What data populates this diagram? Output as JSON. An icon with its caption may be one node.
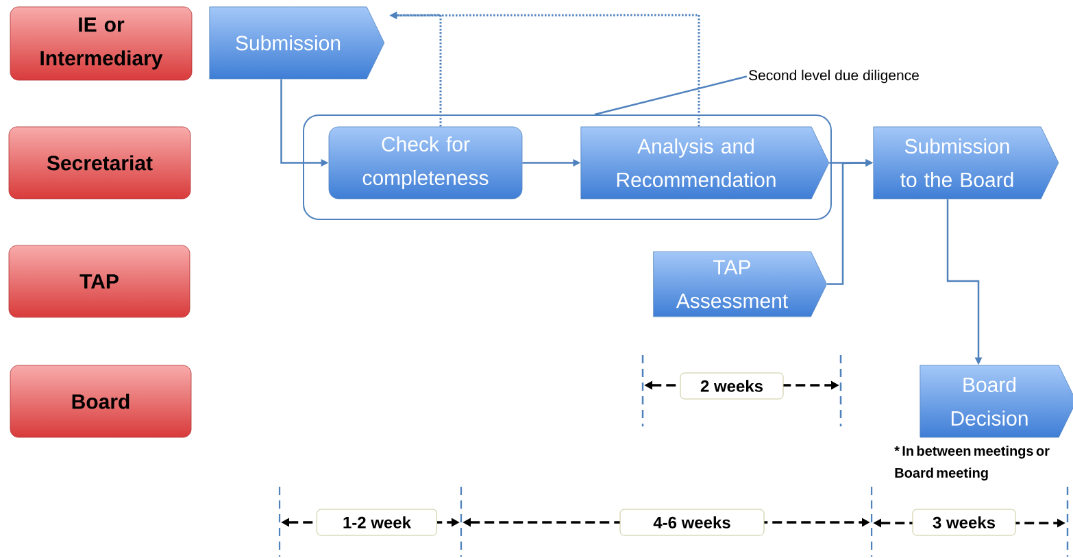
{
  "diagram": {
    "nodes": [
      {
        "text": [
          "IE or Intermediary"
        ]
      },
      {
        "text": [
          "Secretariat"
        ]
      },
      {
        "text": [
          "TAP"
        ]
      },
      {
        "text": [
          "Board"
        ]
      },
      {
        "text": [
          "Submission"
        ]
      },
      {
        "text": [],
        "shape": "box"
      },
      {
        "text": [
          "Check for completeness"
        ],
        "in": 5
      },
      {
        "text": [
          "Analysis and Recommendation"
        ],
        "in": 5
      },
      {
        "text": [
          "Submission to the Board"
        ]
      },
      {
        "text": [
          "TAP Assessment"
        ]
      },
      {
        "text": [
          "Board Decision"
        ],
        "beside": [
          "* In between meetings or Board meeting"
        ]
      },
      {
        "text": [
          "Second level due diligence"
        ]
      }
    ],
    "edges": [
      {
        "from": 4,
        "to": 6,
        "arrow": "to"
      },
      {
        "from": 6,
        "to": 7,
        "arrow": "to"
      },
      {
        "from": 7,
        "to": 8,
        "arrow": "to"
      },
      {
        "from": 9,
        "to": 8,
        "arrow": "to"
      },
      {
        "from": 8,
        "to": 10,
        "arrow": "to"
      },
      {
        "from": 6,
        "to": 4,
        "arrow": "to",
        "style": "dashed"
      },
      {
        "from": 7,
        "to": 4,
        "arrow": "to",
        "style": "dashed"
      },
      {
        "from": 11,
        "to": 5,
        "arrow": "none"
      }
    ],
    "labels": [
      "2 weeks",
      "1-2 week",
      "4-6 weeks",
      "3 weeks"
    ]
  }
}
